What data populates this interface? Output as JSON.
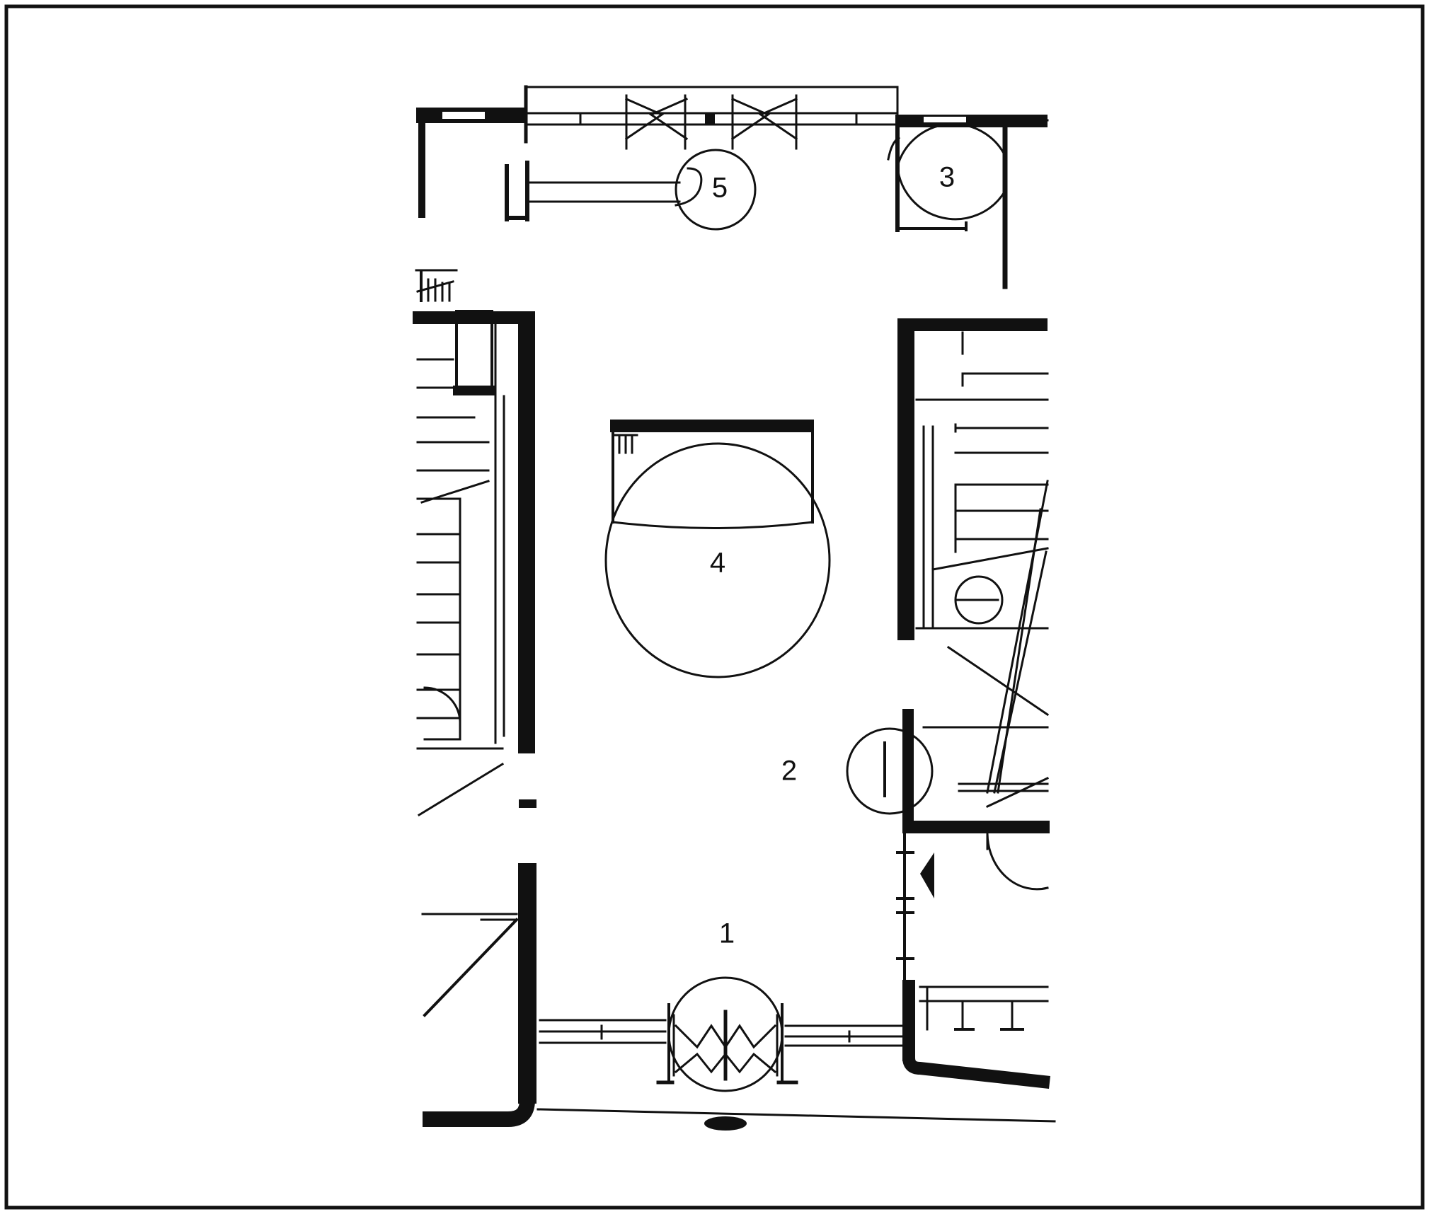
{
  "diagram": {
    "kind": "architectural floor plan",
    "colors": {
      "ink": "#111111",
      "paper": "#ffffff"
    },
    "labels": {
      "area_1": "1",
      "area_2": "2",
      "area_3": "3",
      "area_4": "4",
      "area_5": "5"
    }
  }
}
